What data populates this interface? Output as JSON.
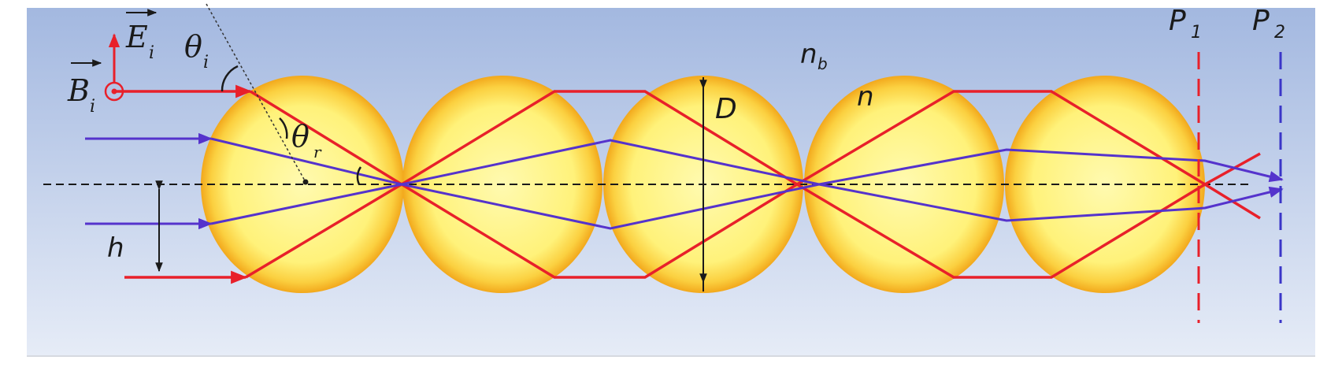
{
  "labels": {
    "E_symbol": "E",
    "E_sub": "i",
    "B_symbol": "B",
    "B_sub": "i",
    "theta_i_symbol": "θ",
    "theta_i_sub": "i",
    "theta_r_symbol": "θ",
    "theta_r_sub": "r",
    "nb_symbol": "n",
    "nb_sub": "b",
    "n_label": "n",
    "D_label": "D",
    "h_label": "h",
    "P1_symbol": "P",
    "P1_sub": "1",
    "P2_symbol": "P",
    "P2_sub": "2"
  },
  "colors": {
    "red_ray": "#e8202a",
    "blue_ray": "#5533cc",
    "sphere_core": "#fff8a8",
    "sphere_edge": "#f2a81c",
    "bg_top": "#a3b8e0",
    "bg_bottom": "#e6ecf7",
    "p1_line": "#e8202a",
    "p2_line": "#3a35c8"
  },
  "sphere_count": 5
}
